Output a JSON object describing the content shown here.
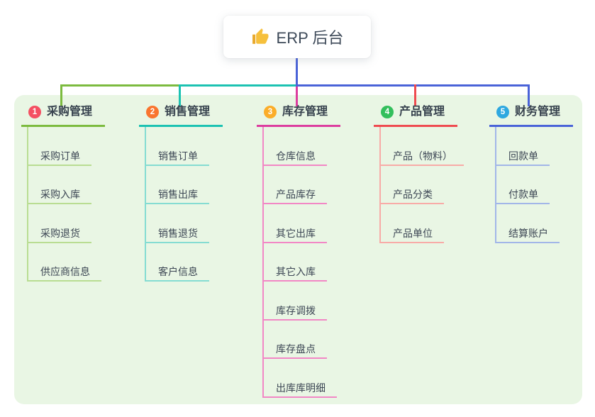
{
  "root": {
    "label": "ERP 后台",
    "icon": "thumbs-up"
  },
  "branches": [
    {
      "index": "1",
      "label": "采购管理",
      "badge_color": "#f45062",
      "line_color": "#7cbb3f",
      "child_line_color": "#b9dd92",
      "children": [
        "采购订单",
        "采购入库",
        "采购退货",
        "供应商信息"
      ]
    },
    {
      "index": "2",
      "label": "销售管理",
      "badge_color": "#f9752f",
      "line_color": "#1cc2b2",
      "child_line_color": "#85dcd2",
      "children": [
        "销售订单",
        "销售出库",
        "销售退货",
        "客户信息"
      ]
    },
    {
      "index": "3",
      "label": "库存管理",
      "badge_color": "#fbad29",
      "line_color": "#dc3d9f",
      "child_line_color": "#f287c5",
      "children": [
        "仓库信息",
        "产品库存",
        "其它出库",
        "其它入库",
        "库存调拨",
        "库存盘点",
        "出库库明细"
      ]
    },
    {
      "index": "4",
      "label": "产品管理",
      "badge_color": "#33bf5c",
      "line_color": "#ef4b50",
      "child_line_color": "#f8aba7",
      "children": [
        "产品（物料）",
        "产品分类",
        "产品单位"
      ]
    },
    {
      "index": "5",
      "label": "财务管理",
      "badge_color": "#2ea8e0",
      "line_color": "#4a63d8",
      "child_line_color": "#a2b6e8",
      "children": [
        "回款单",
        "付款单",
        "结算账户"
      ]
    }
  ],
  "colors": {
    "panel_bg": "#e9f6e4",
    "root_line": "#4a63d8",
    "text": "#3c4654",
    "icon_color": "#f6c03c"
  }
}
